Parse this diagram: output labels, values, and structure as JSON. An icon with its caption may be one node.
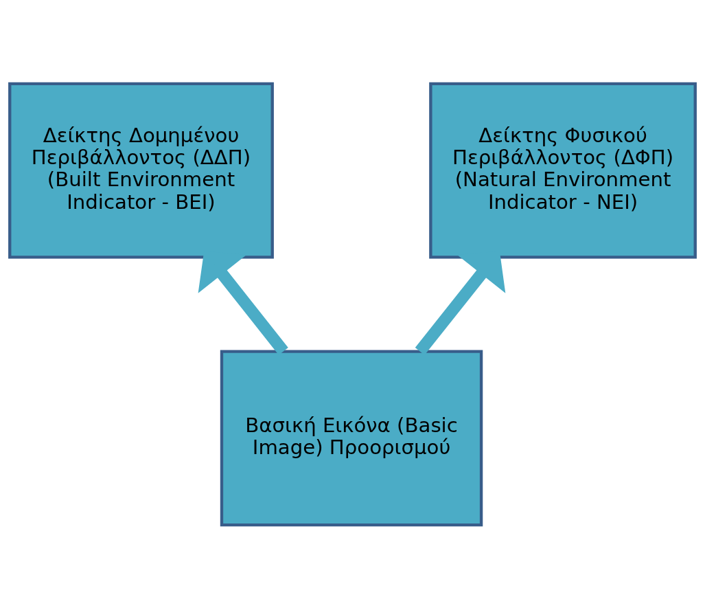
{
  "diagram": {
    "nodes": [
      {
        "text": [
          "Δείκτης Δομημένου Περιβάλλοντος (ΔΔΠ)",
          "(Built Environment Indicator - BEI)"
        ]
      },
      {
        "text": [
          "Δείκτης Φυσικού Περιβάλλοντος (ΔΦΠ)",
          "(Natural Environment Indicator - NEI)"
        ]
      },
      {
        "text": [
          "Βασική Εικόνα (Basic Image) Προορισμού"
        ]
      }
    ],
    "edges": [
      {
        "from": 2,
        "to": 0,
        "arrow": "to"
      },
      {
        "from": 2,
        "to": 1,
        "arrow": "to"
      }
    ]
  }
}
